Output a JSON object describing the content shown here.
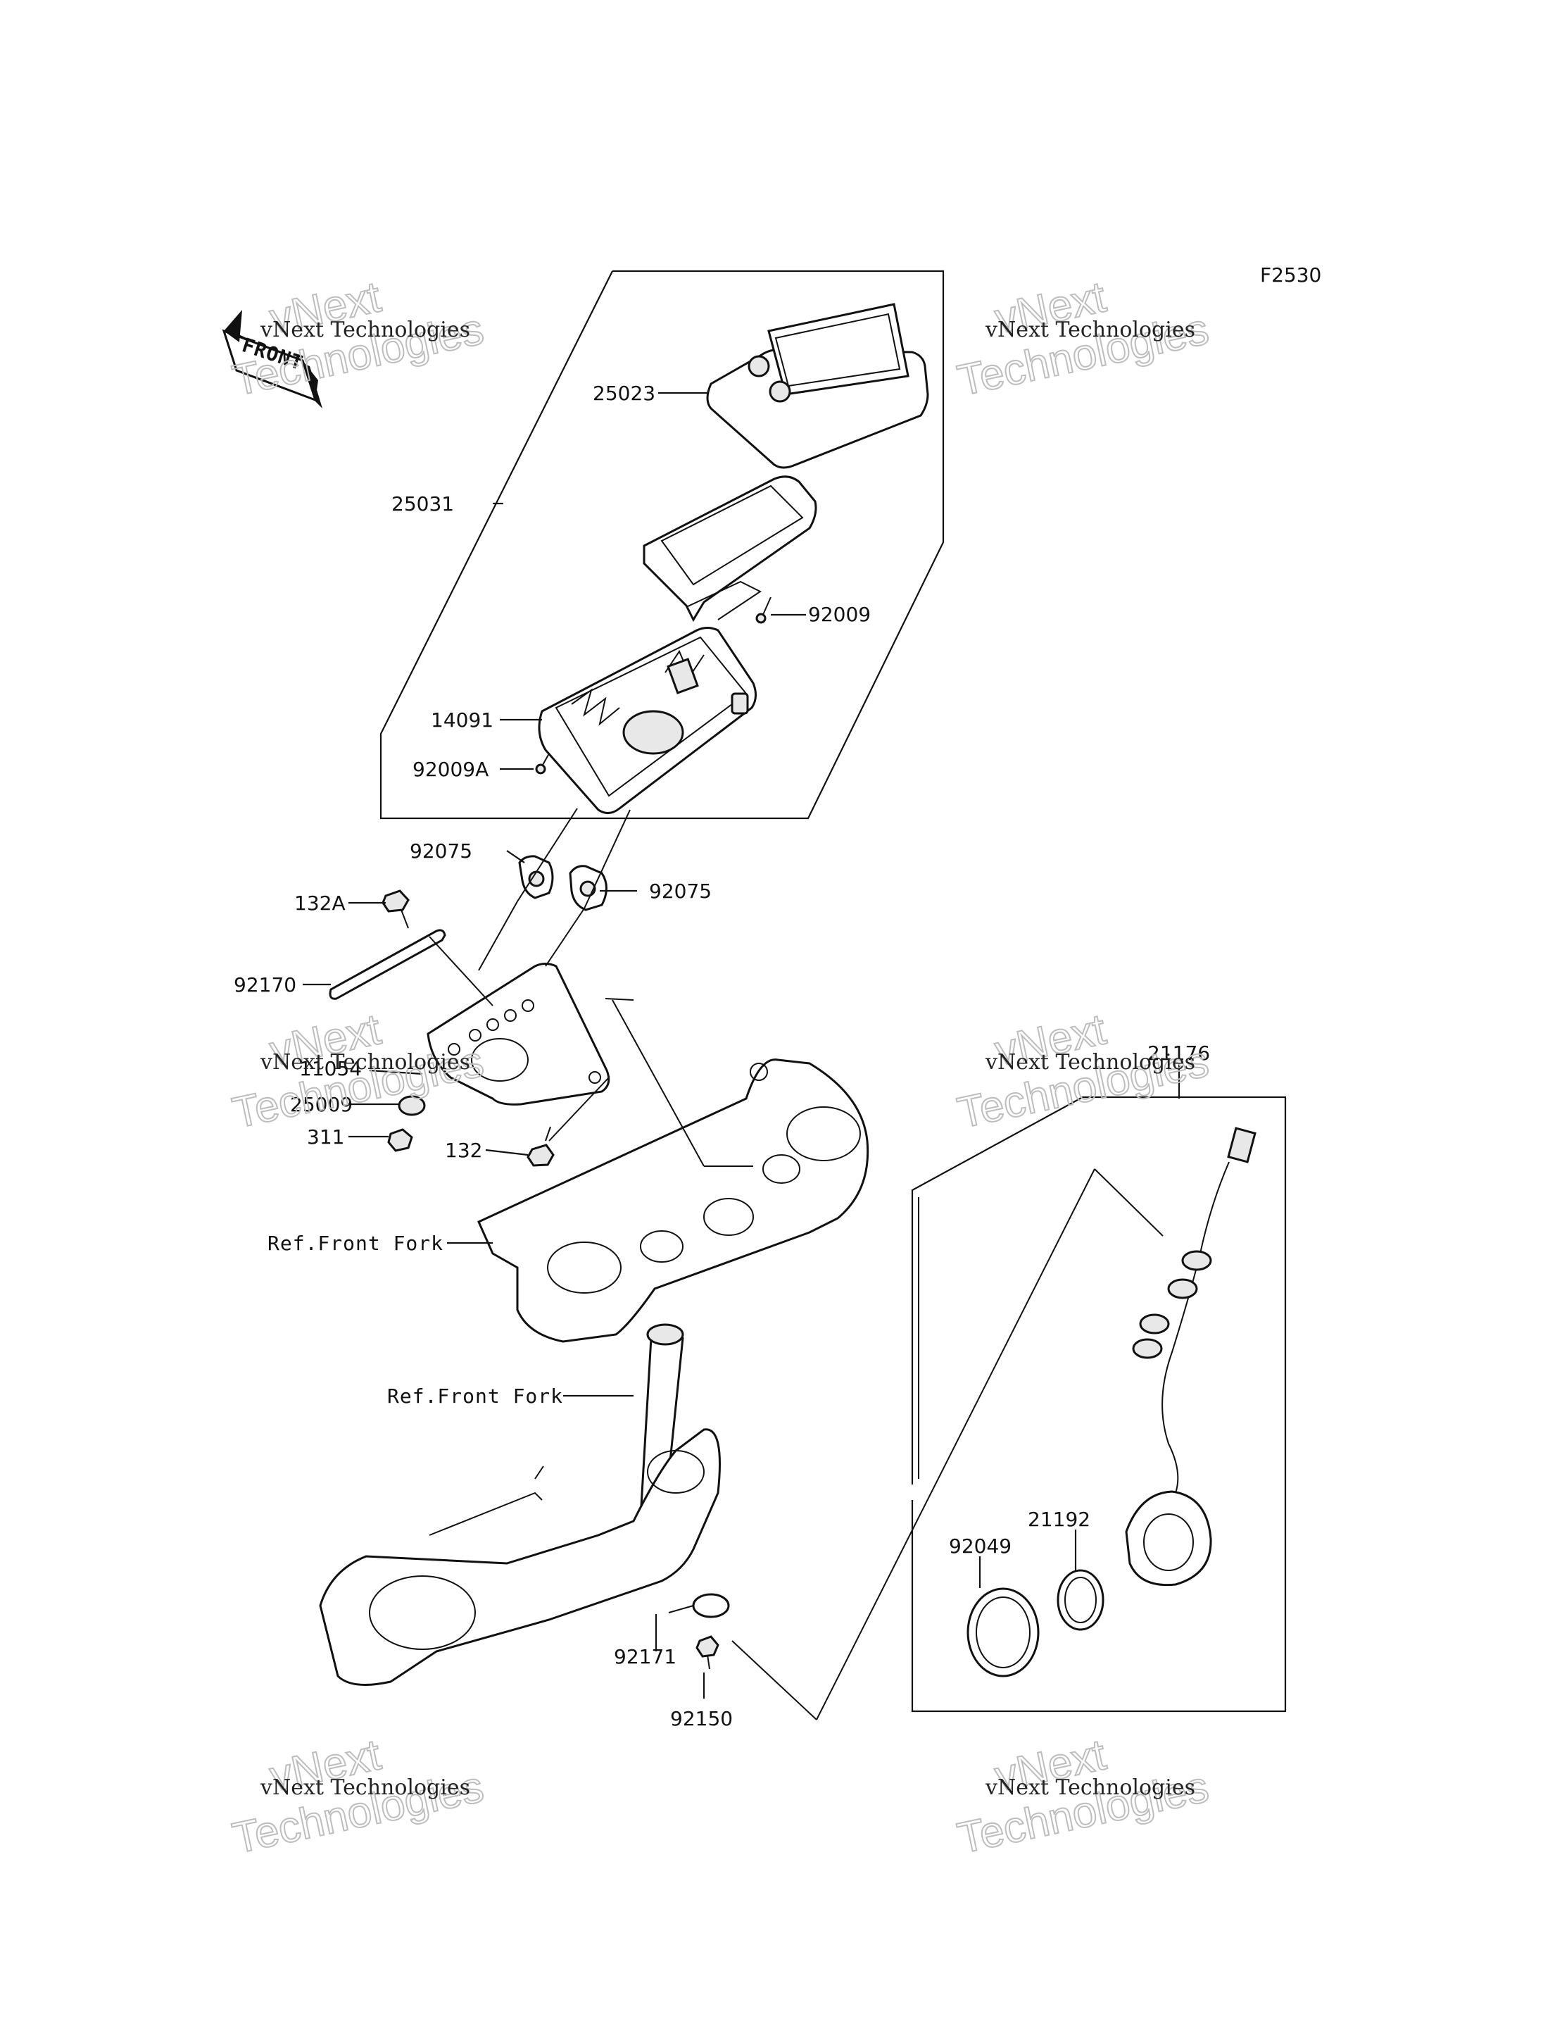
{
  "figure_code": "F2530",
  "front_arrow_label": "FRONT",
  "watermark": {
    "line1": "vNext Technologies",
    "line2": "vNext",
    "line3": "Technologies"
  },
  "part_labels": {
    "p25023": "25023",
    "p25031": "25031",
    "p92009": "92009",
    "p14091": "14091",
    "p92009A": "92009A",
    "p92075a": "92075",
    "p92075b": "92075",
    "p132A": "132A",
    "p92170": "92170",
    "p11054": "11054",
    "p25009": "25009",
    "p311": "311",
    "p132": "132",
    "ref_front_fork_1": "Ref.Front Fork",
    "ref_front_fork_2": "Ref.Front Fork",
    "p21176": "21176",
    "p21192": "21192",
    "p92049": "92049",
    "p92171": "92171",
    "p92150": "92150"
  }
}
